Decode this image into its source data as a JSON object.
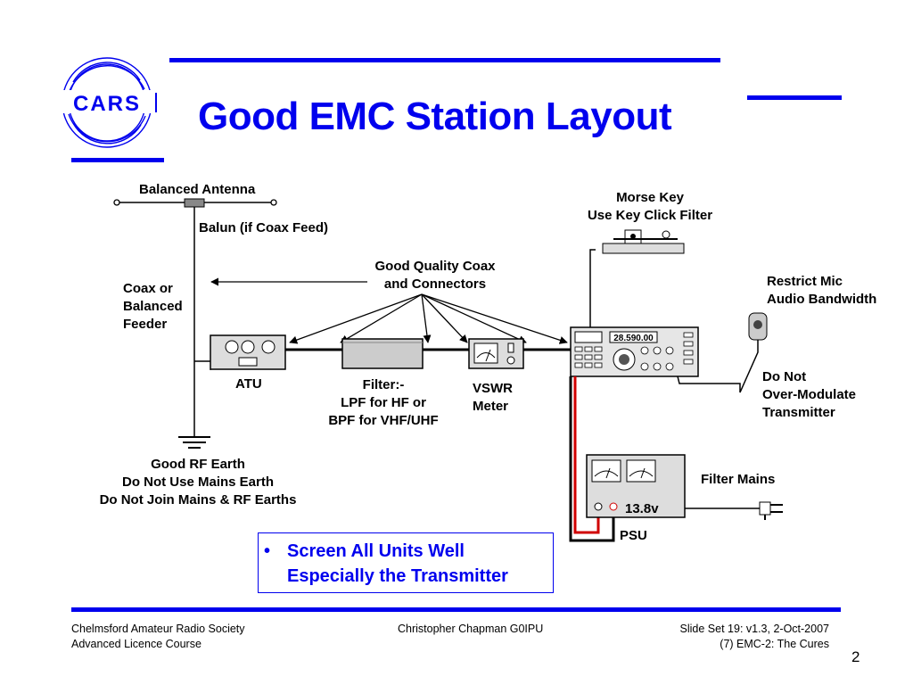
{
  "header": {
    "title": "Good EMC Station Layout",
    "logo_text": "CARS",
    "accent_color": "#0000ee"
  },
  "diagram": {
    "labels": {
      "balanced_antenna": "Balanced Antenna",
      "balun": "Balun (if Coax Feed)",
      "feeder_line1": "Coax or",
      "feeder_line2": "Balanced",
      "feeder_line3": "Feeder",
      "coax_line1": "Good Quality Coax",
      "coax_line2": "and Connectors",
      "morse_line1": "Morse Key",
      "morse_line2": "Use Key Click Filter",
      "mic_line1": "Restrict Mic",
      "mic_line2": "Audio Bandwidth",
      "atu": "ATU",
      "filter_line1": "Filter:-",
      "filter_line2": "LPF for HF or",
      "filter_line3": "BPF for VHF/UHF",
      "vswr_line1": "VSWR",
      "vswr_line2": "Meter",
      "overmod_line1": "Do Not",
      "overmod_line2": "Over-Modulate",
      "overmod_line3": "Transmitter",
      "earth_line1": "Good RF Earth",
      "earth_line2": "Do Not Use Mains Earth",
      "earth_line3": "Do Not Join Mains & RF Earths",
      "filter_mains": "Filter Mains",
      "psu_voltage": "13.8v",
      "psu": "PSU",
      "radio_display": "28.590.00"
    }
  },
  "note": {
    "line1": "Screen All Units Well",
    "line2": "Especially the Transmitter"
  },
  "footer": {
    "org_line1": "Chelmsford Amateur Radio Society",
    "org_line2": "Advanced Licence Course",
    "author": "Christopher Chapman G0IPU",
    "slide_line1": "Slide Set 19:  v1.3,  2-Oct-2007",
    "slide_line2": "(7) EMC-2: The Cures",
    "page_number": "2"
  }
}
